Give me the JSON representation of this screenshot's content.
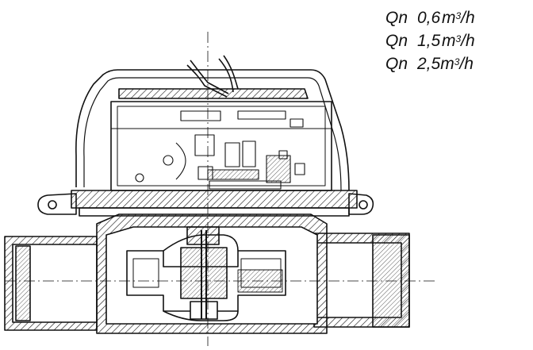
{
  "ratings": [
    {
      "symbol": "Qn",
      "value": "0,6",
      "unit": "m",
      "exp": "3",
      "per": "/h"
    },
    {
      "symbol": "Qn",
      "value": "1,5",
      "unit": "m",
      "exp": "3",
      "per": "/h"
    },
    {
      "symbol": "Qn",
      "value": "2,5",
      "unit": "m",
      "exp": "3",
      "per": "/h"
    }
  ],
  "colors": {
    "ink": "#111111",
    "paper": "#ffffff"
  }
}
